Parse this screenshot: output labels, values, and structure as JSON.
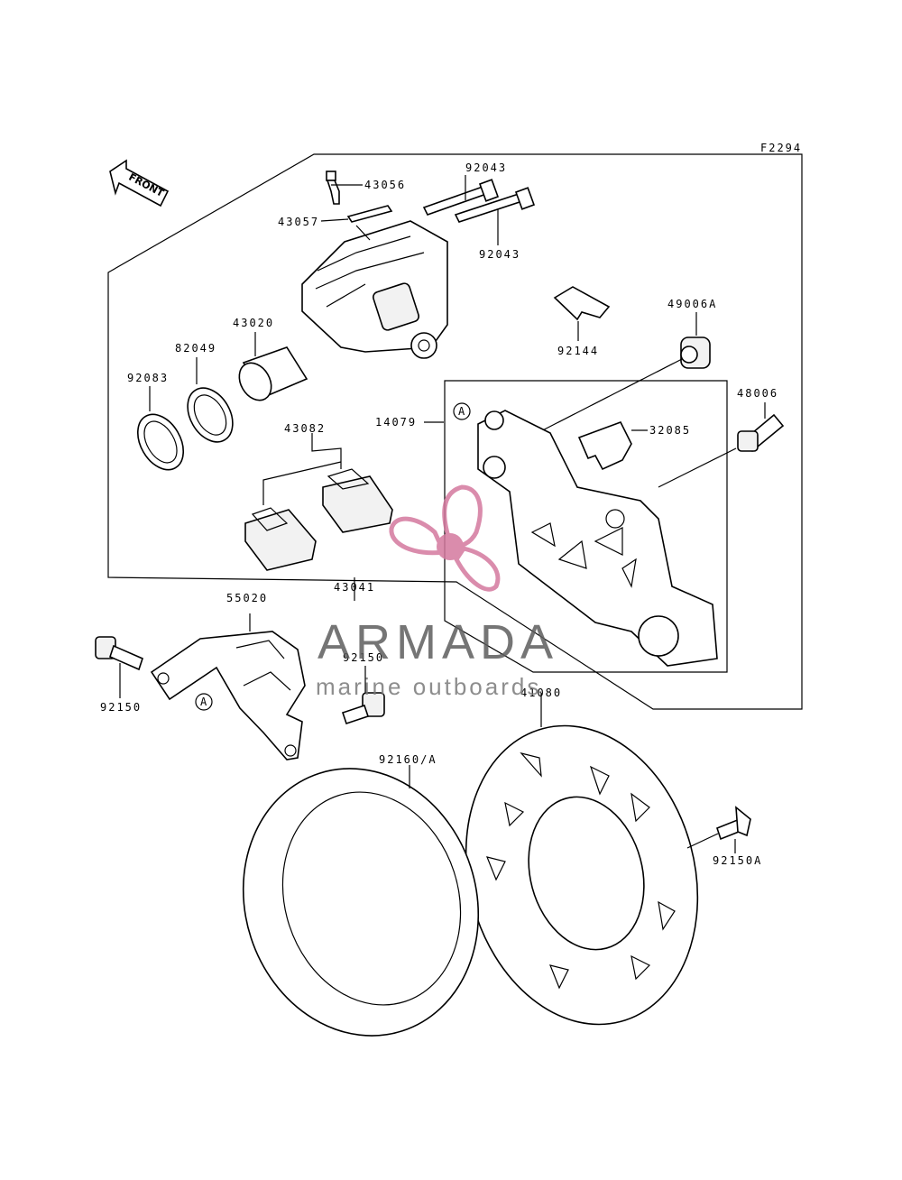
{
  "diagram": {
    "ref_code": "F2294",
    "front_label": "FRONT",
    "circle_marker": "A"
  },
  "parts": [
    {
      "id": "p43056",
      "number": "43056"
    },
    {
      "id": "p92043a",
      "number": "92043"
    },
    {
      "id": "p43057",
      "number": "43057"
    },
    {
      "id": "p92043b",
      "number": "92043"
    },
    {
      "id": "p92144",
      "number": "92144"
    },
    {
      "id": "p49006A",
      "number": "49006A"
    },
    {
      "id": "p43020",
      "number": "43020"
    },
    {
      "id": "p82049",
      "number": "82049"
    },
    {
      "id": "p92083",
      "number": "92083"
    },
    {
      "id": "p48006",
      "number": "48006"
    },
    {
      "id": "p14079",
      "number": "14079"
    },
    {
      "id": "p32085",
      "number": "32085"
    },
    {
      "id": "p43082",
      "number": "43082"
    },
    {
      "id": "p43041",
      "number": "43041"
    },
    {
      "id": "p55020",
      "number": "55020"
    },
    {
      "id": "p92150a",
      "number": "92150"
    },
    {
      "id": "p92150b",
      "number": "92150"
    },
    {
      "id": "p41080",
      "number": "41080"
    },
    {
      "id": "p92160A",
      "number": "92160/A"
    },
    {
      "id": "p92150A",
      "number": "92150A"
    }
  ],
  "watermark": {
    "brand": "ARMADA",
    "tagline": "marine outboards",
    "logo_color": "#d4789e",
    "text_color": "#5e5e5e"
  }
}
